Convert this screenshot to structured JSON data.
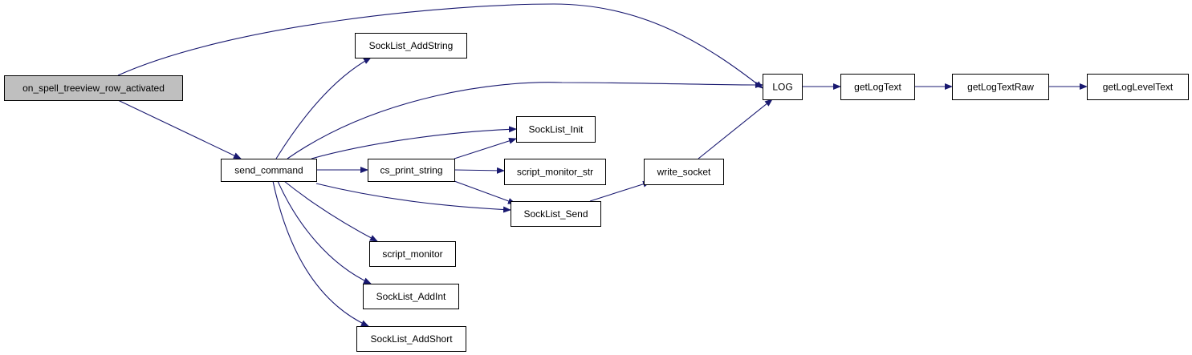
{
  "diagram": {
    "colors": {
      "edge": "#191970",
      "node_fill": "#ffffff",
      "root_fill": "#bfbfbf",
      "border": "#000000"
    },
    "root": "on_spell_treeview_row_activated",
    "nodes": [
      {
        "id": "root",
        "label": "on_spell_treeview_row_activated"
      },
      {
        "id": "send_command",
        "label": "send_command"
      },
      {
        "id": "LOG",
        "label": "LOG"
      },
      {
        "id": "getLogText",
        "label": "getLogText"
      },
      {
        "id": "getLogTextRaw",
        "label": "getLogTextRaw"
      },
      {
        "id": "getLogLevelText",
        "label": "getLogLevelText"
      },
      {
        "id": "SockList_AddString",
        "label": "SockList_AddString"
      },
      {
        "id": "SockList_Init",
        "label": "SockList_Init"
      },
      {
        "id": "cs_print_string",
        "label": "cs_print_string"
      },
      {
        "id": "script_monitor_str",
        "label": "script_monitor_str"
      },
      {
        "id": "write_socket",
        "label": "write_socket"
      },
      {
        "id": "SockList_Send",
        "label": "SockList_Send"
      },
      {
        "id": "script_monitor",
        "label": "script_monitor"
      },
      {
        "id": "SockList_AddInt",
        "label": "SockList_AddInt"
      },
      {
        "id": "SockList_AddShort",
        "label": "SockList_AddShort"
      }
    ],
    "edges": [
      {
        "from": "root",
        "to": "LOG"
      },
      {
        "from": "root",
        "to": "send_command"
      },
      {
        "from": "send_command",
        "to": "SockList_AddString"
      },
      {
        "from": "send_command",
        "to": "LOG"
      },
      {
        "from": "send_command",
        "to": "SockList_Init"
      },
      {
        "from": "send_command",
        "to": "cs_print_string"
      },
      {
        "from": "send_command",
        "to": "SockList_Send"
      },
      {
        "from": "send_command",
        "to": "script_monitor"
      },
      {
        "from": "send_command",
        "to": "SockList_AddInt"
      },
      {
        "from": "send_command",
        "to": "SockList_AddShort"
      },
      {
        "from": "cs_print_string",
        "to": "SockList_Init"
      },
      {
        "from": "cs_print_string",
        "to": "script_monitor_str"
      },
      {
        "from": "cs_print_string",
        "to": "SockList_Send"
      },
      {
        "from": "SockList_Send",
        "to": "write_socket"
      },
      {
        "from": "write_socket",
        "to": "LOG"
      },
      {
        "from": "LOG",
        "to": "getLogText"
      },
      {
        "from": "getLogText",
        "to": "getLogTextRaw"
      },
      {
        "from": "getLogTextRaw",
        "to": "getLogLevelText"
      }
    ]
  }
}
